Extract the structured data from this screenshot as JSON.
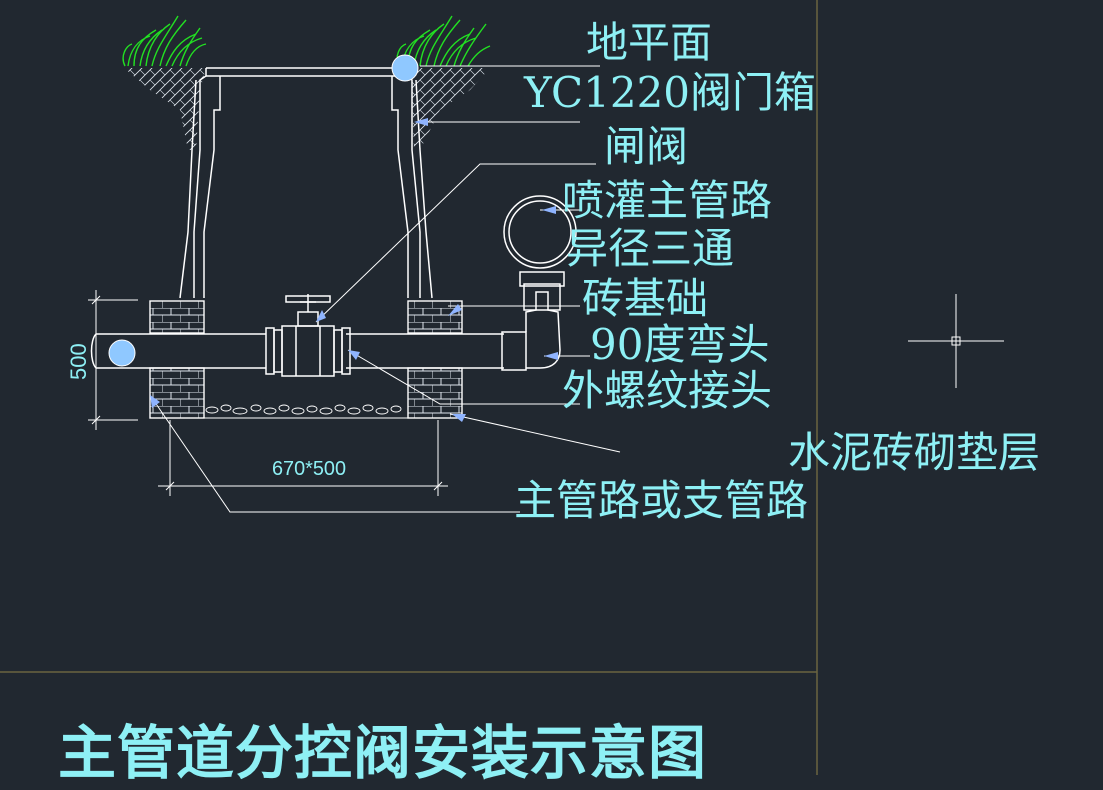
{
  "labels": {
    "ground": "地平面",
    "valve_box": "YC1220阀门箱",
    "gate_valve": "闸阀",
    "main_pipe": "喷灌主管路",
    "reducing_tee": "异径三通",
    "brick_base": "砖基础",
    "elbow_90": "90度弯头",
    "thread_joint": "外螺纹接头",
    "cement_brick": "水泥砖砌垫层",
    "main_or_branch": "主管路或支管路"
  },
  "dimensions": {
    "height": "500",
    "base_size": "670*500"
  },
  "title": "主管道分控阀安装示意图",
  "colors": {
    "background": "#212830",
    "line": "#ffffff",
    "text": "#8ef0f5",
    "leader": "#8fb4ff",
    "grass": "#22e022",
    "frame": "#6b6440"
  }
}
